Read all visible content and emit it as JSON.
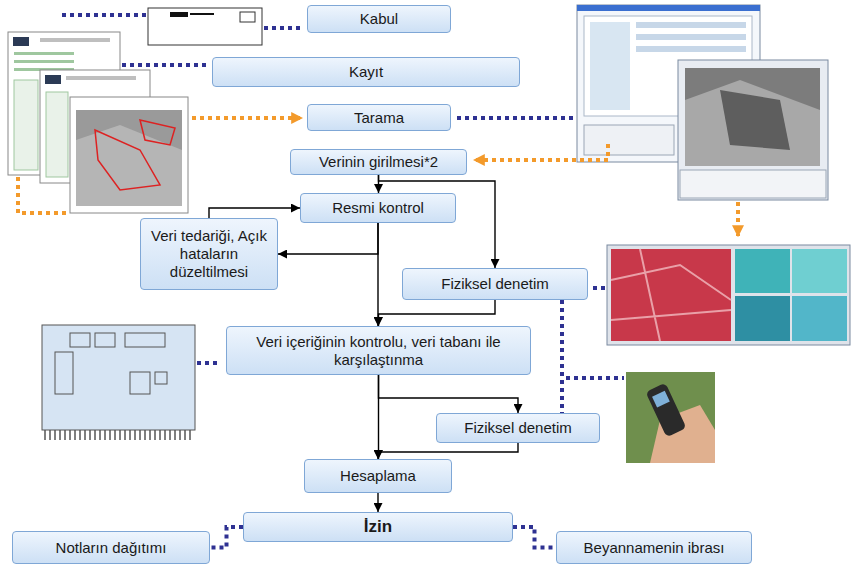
{
  "diagram": {
    "nodes": [
      {
        "text": [
          "Kabul"
        ]
      },
      {
        "text": [
          "Kayıt"
        ]
      },
      {
        "text": [
          "Tarama"
        ]
      },
      {
        "text": [
          "Verinin girilmesi*2"
        ]
      },
      {
        "text": [
          "Resmi kontrol"
        ]
      },
      {
        "text": [
          "Veri tedariği, Açık hataların düzeltilmesi"
        ]
      },
      {
        "text": [
          "Fiziksel denetim"
        ]
      },
      {
        "text": [
          "Veri içeriğinin kontrolu, veri tabanı ile karşılaştınma"
        ]
      },
      {
        "text": [
          "Fiziksel denetim"
        ]
      },
      {
        "text": [
          "Hesaplama"
        ]
      },
      {
        "text": [
          "İzin"
        ]
      },
      {
        "text": [
          "Notların dağıtımı"
        ]
      },
      {
        "text": [
          "Beyannamenin ibrası"
        ]
      }
    ],
    "edges": [
      {
        "from": 3,
        "to": 4,
        "arrow": "to"
      },
      {
        "from": 3,
        "to": 6,
        "arrow": "to"
      },
      {
        "from": 4,
        "to": 5,
        "arrow": "to"
      },
      {
        "from": 5,
        "to": 4,
        "arrow": "to"
      },
      {
        "from": 4,
        "to": 7,
        "arrow": "to"
      },
      {
        "from": 6,
        "to": 7,
        "arrow": "to"
      },
      {
        "from": 6,
        "to": 8,
        "arrow": "none"
      },
      {
        "from": 7,
        "to": 8,
        "arrow": "to"
      },
      {
        "from": 7,
        "to": 9,
        "arrow": "to"
      },
      {
        "from": 8,
        "to": 9,
        "arrow": "to"
      },
      {
        "from": 9,
        "to": 10,
        "arrow": "to"
      },
      {
        "from": 10,
        "to": 11,
        "arrow": "none"
      },
      {
        "from": 10,
        "to": 12,
        "arrow": "none"
      }
    ]
  }
}
